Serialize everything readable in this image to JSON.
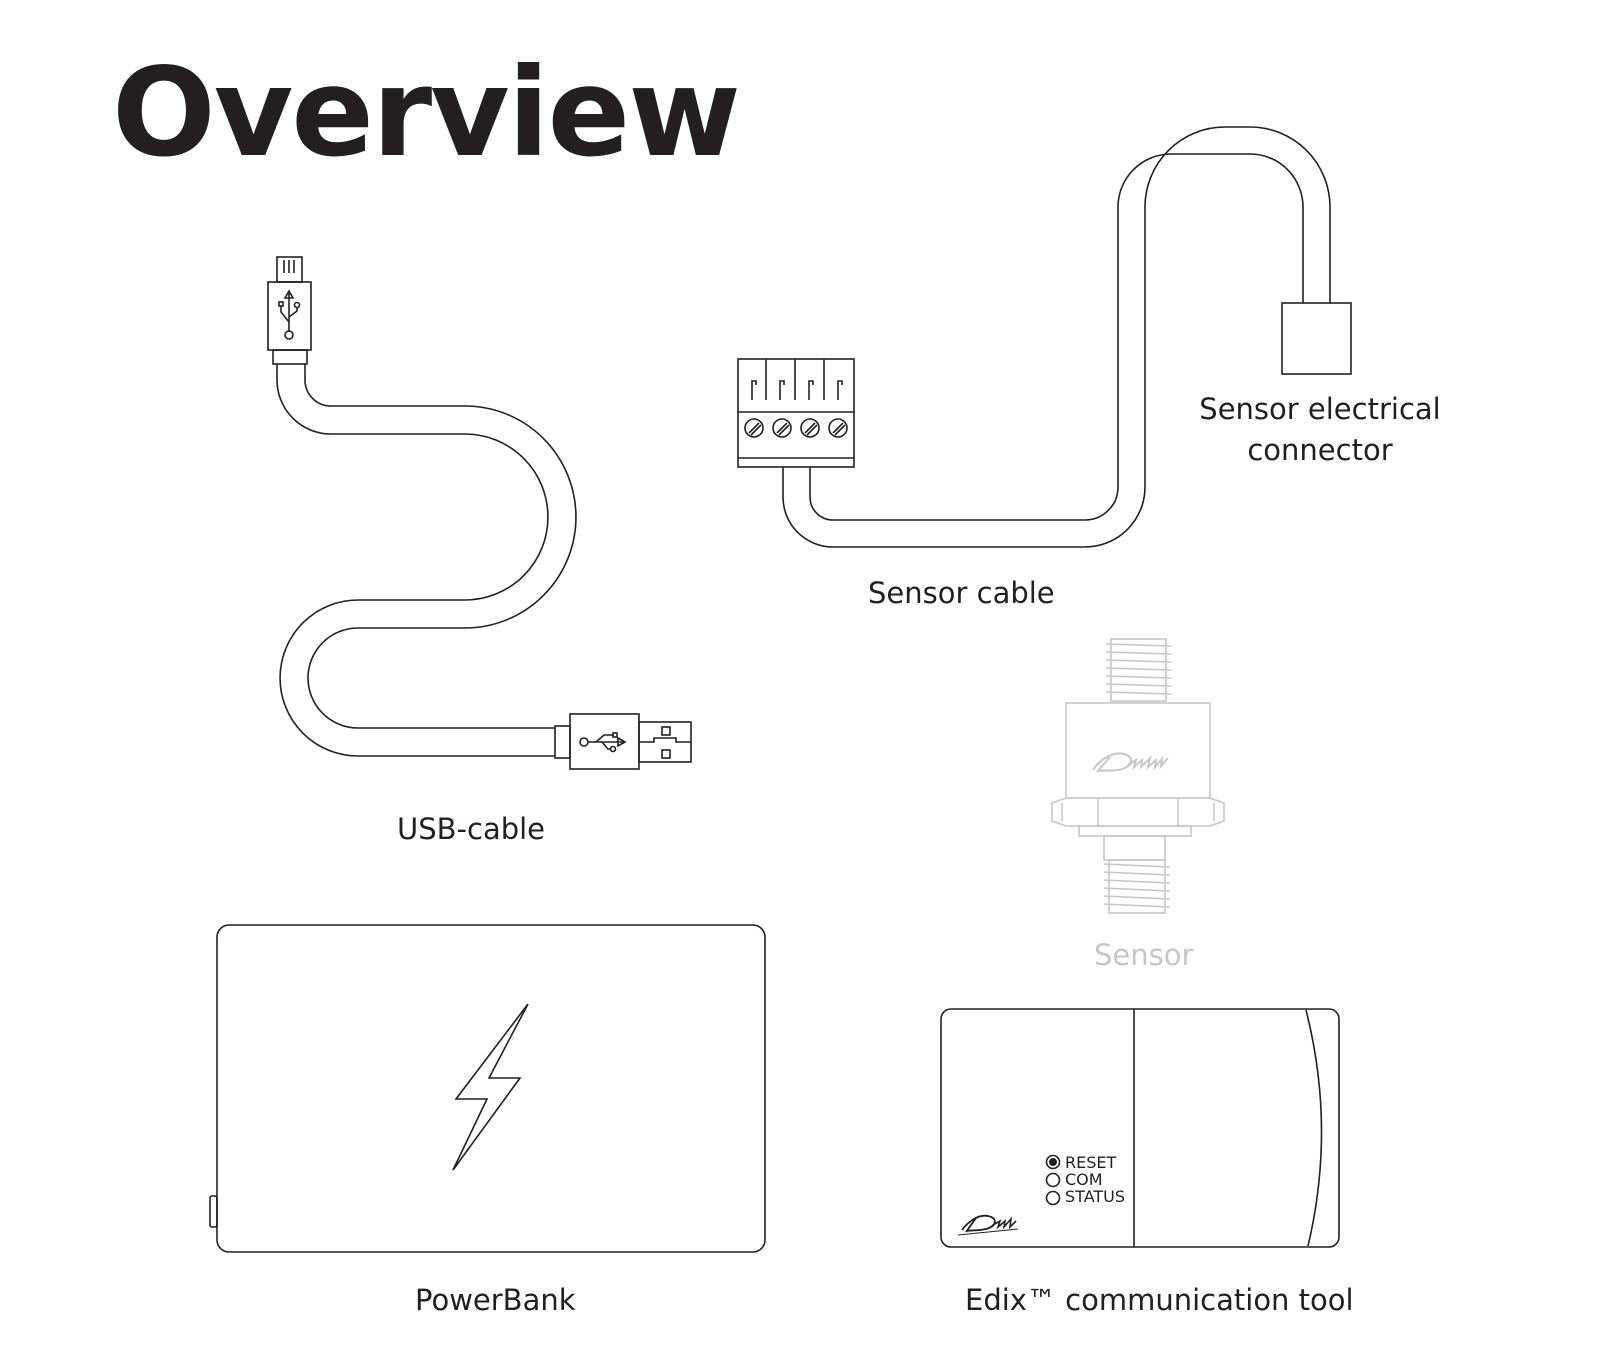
{
  "title": "Overview",
  "labels": {
    "usb_cable": "USB-cable",
    "sensor_cable": "Sensor cable",
    "sensor_connector_line1": "Sensor electrical",
    "sensor_connector_line2": "connector",
    "sensor": "Sensor",
    "powerbank": "PowerBank",
    "edix_tool": "Edix™ communication tool"
  },
  "edix_indicators": [
    "RESET",
    "COM",
    "STATUS"
  ],
  "brand_logo": "Danfoss",
  "colors": {
    "line": "#231f20",
    "sensor_faded": "#c6c6c6"
  },
  "icons": [
    "usb-symbol-icon",
    "lightning-bolt-icon",
    "screw-terminal-icon"
  ]
}
